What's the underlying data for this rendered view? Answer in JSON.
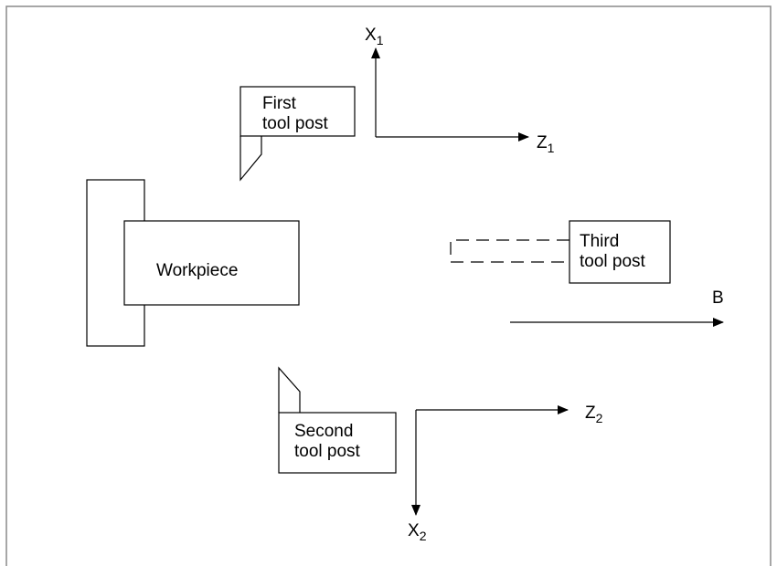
{
  "diagram": {
    "workpiece": "Workpiece",
    "first_post": {
      "line1": "First",
      "line2": "tool post"
    },
    "second_post": {
      "line1": "Second",
      "line2": "tool post"
    },
    "third_post": {
      "line1": "Third",
      "line2": "tool post"
    },
    "axes": {
      "x1": {
        "letter": "X",
        "sub": "1"
      },
      "z1": {
        "letter": "Z",
        "sub": "1"
      },
      "x2": {
        "letter": "X",
        "sub": "2"
      },
      "z2": {
        "letter": "Z",
        "sub": "2"
      },
      "b": "B"
    }
  }
}
